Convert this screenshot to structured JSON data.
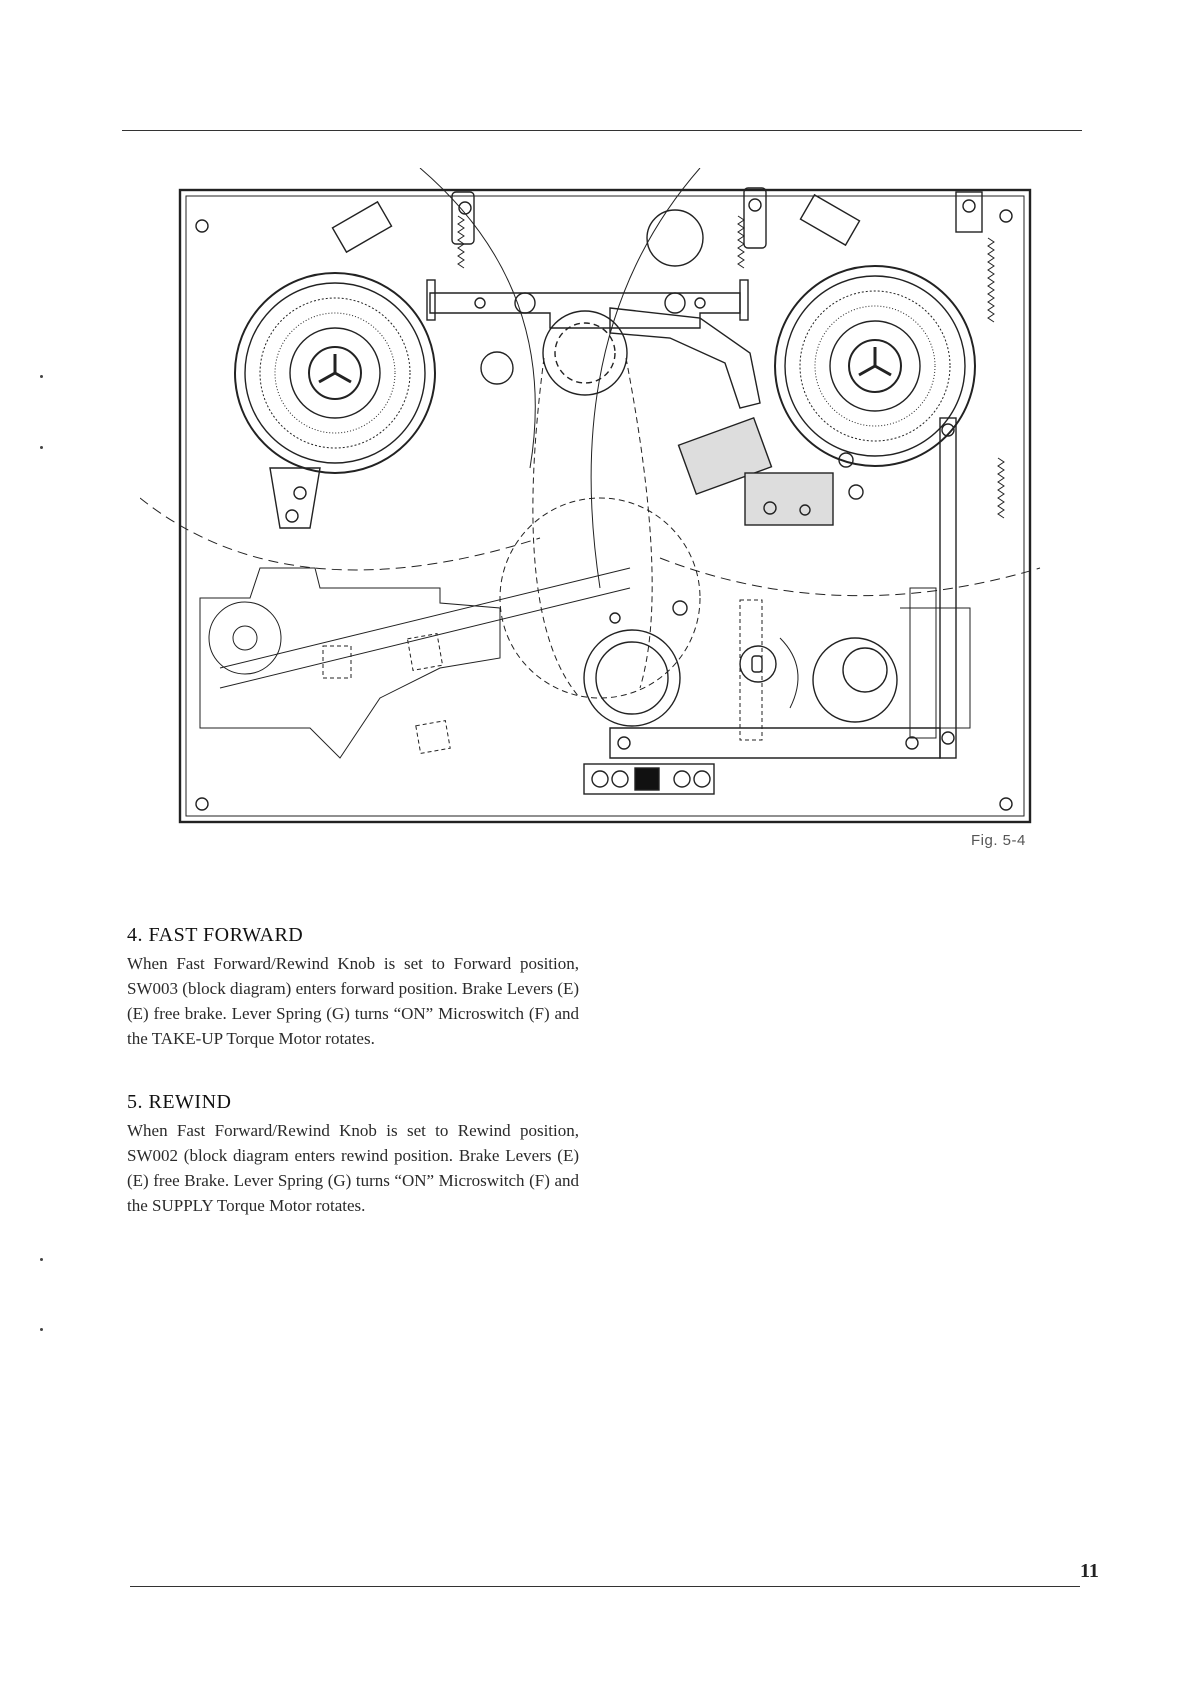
{
  "figure": {
    "caption": "Fig. 5-4",
    "description_icon": "tape-deck-mechanism-drawing"
  },
  "sections": [
    {
      "heading": "4.  FAST FORWARD",
      "body": "When Fast Forward/Rewind Knob is set to Forward position, SW003 (block diagram) enters forward position. Brake Levers (E) (E) free brake. Lever Spring (G) turns “ON” Microswitch (F) and the TAKE-UP Torque Motor rotates."
    },
    {
      "heading": "5.  REWIND",
      "body": "When Fast Forward/Rewind Knob is set to Rewind position, SW002 (block diagram enters rewind position. Brake Levers (E) (E) free Brake. Lever Spring (G) turns “ON” Microswitch (F) and the SUPPLY Torque Motor rotates."
    }
  ],
  "page_number": "11"
}
